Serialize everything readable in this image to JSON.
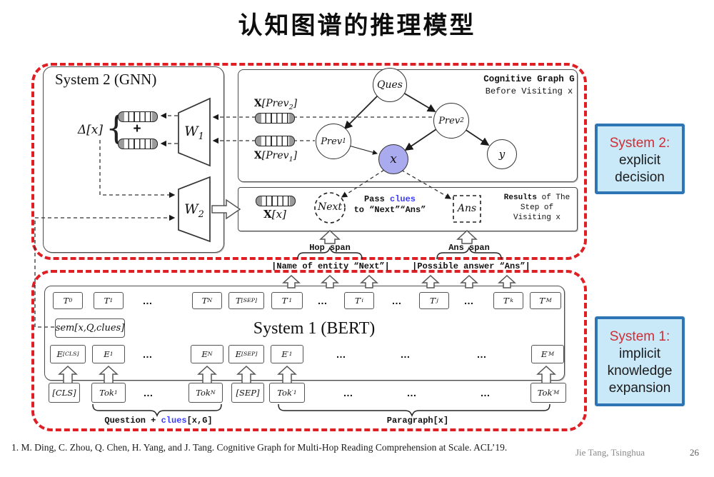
{
  "title": "认知图谱的推理模型",
  "gnn": {
    "title": "System 2 (GNN)",
    "delta": "Δ[x]",
    "brace": "{",
    "plus": "+",
    "w1": "W_1",
    "w2": "W_2"
  },
  "graph": {
    "heading1": "Cognitive Graph G",
    "heading2": "Before Visiting x",
    "x_prev2": "X[Prev_2]",
    "x_prev1": "X[Prev_1]",
    "nodes": {
      "ques": "Ques",
      "prev1": "Prev_1",
      "prev2": "Prev_2",
      "x": "x",
      "y": "y"
    }
  },
  "step": {
    "x_vec": "X[x]",
    "next": "Next",
    "ans": "Ans",
    "pass_pre": "Pass ",
    "pass_clues": "clues",
    "pass_line2": "to “Next”“Ans”",
    "results_bold": "Results",
    "results_rest": " of The",
    "results_line2": "Step of",
    "results_line3": "Visiting x"
  },
  "spans": {
    "hop": "Hop span",
    "ans": "Ans span",
    "next_entity": "|Name of entity “Next”|",
    "possible_answer": "|Possible answer “Ans”|"
  },
  "bert": {
    "title": "System 1 (BERT)",
    "sem": "sem[x,Q,clues]",
    "t_row": [
      "T_0",
      "T_1",
      "…",
      "T_N",
      "T_[SEP]",
      "T'_1",
      "…",
      "T'_i",
      "…",
      "T'_j",
      "…",
      "T'_k",
      "T'_M"
    ],
    "e_row": [
      "E_[CLS]",
      "E_1",
      "…",
      "E_N",
      "E_[SEP]",
      "E'_1",
      "…",
      "…",
      "…",
      "E'_M"
    ],
    "tok_row": [
      "[CLS]",
      "Tok_1",
      "…",
      "Tok_N",
      "[SEP]",
      "Tok'_1",
      "…",
      "…",
      "…",
      "Tok'_M"
    ],
    "question_pre": "Question + ",
    "question_clues": "clues",
    "question_post": "[x,G]",
    "paragraph": "Paragraph[x]"
  },
  "side": {
    "system2": {
      "heading": "System 2:",
      "lines": [
        "explicit",
        "decision"
      ]
    },
    "system1": {
      "heading": "System 1:",
      "lines": [
        "implicit",
        "knowledge",
        "expansion"
      ]
    }
  },
  "footer": {
    "citation": "1.   M. Ding, C. Zhou, Q. Chen, H. Yang, and J. Tang. Cognitive Graph for Multi-Hop Reading Comprehension at Scale. ACL’19.",
    "attribution": "Jie Tang, Tsinghua",
    "page": "26"
  },
  "colors": {
    "region_dash": "#e01f25",
    "side_box_border": "#2e75b6",
    "side_box_bg": "#c9e8f8",
    "side_heading_red": "#cf2e35",
    "clues_blue": "#3b3bff",
    "visited_node_purple": "#aaaaee"
  }
}
